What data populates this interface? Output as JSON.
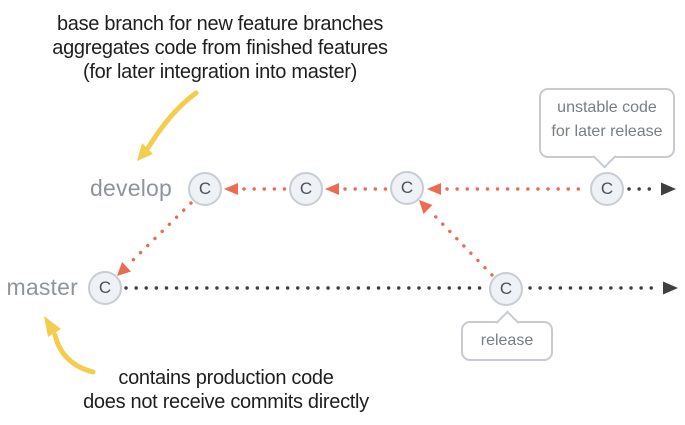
{
  "annotations": {
    "develop": {
      "lines": [
        "base branch for new feature branches",
        "aggregates code from finished features",
        "(for later integration into master)"
      ]
    },
    "master": {
      "lines": [
        "contains production code",
        "does not receive commits directly"
      ]
    }
  },
  "branches": {
    "develop": {
      "label": "develop"
    },
    "master": {
      "label": "master"
    }
  },
  "commit_label": "C",
  "callouts": {
    "unstable": {
      "lines": [
        "unstable code",
        "for later release"
      ]
    },
    "release": {
      "label": "release"
    }
  },
  "colors": {
    "feature_flow": "#ed6b52",
    "timeline": "#3f3f3f",
    "highlight_arrow": "#f3cd4e",
    "commit_fill": "#eef1f6",
    "commit_border": "#c8cdd5",
    "commit_text": "#4d525a",
    "branch_label": "#8f949c",
    "callout_border": "#c7cbd1",
    "callout_text": "#787d84",
    "annotation_text": "#1e1e1e",
    "background": "#ffffff"
  }
}
